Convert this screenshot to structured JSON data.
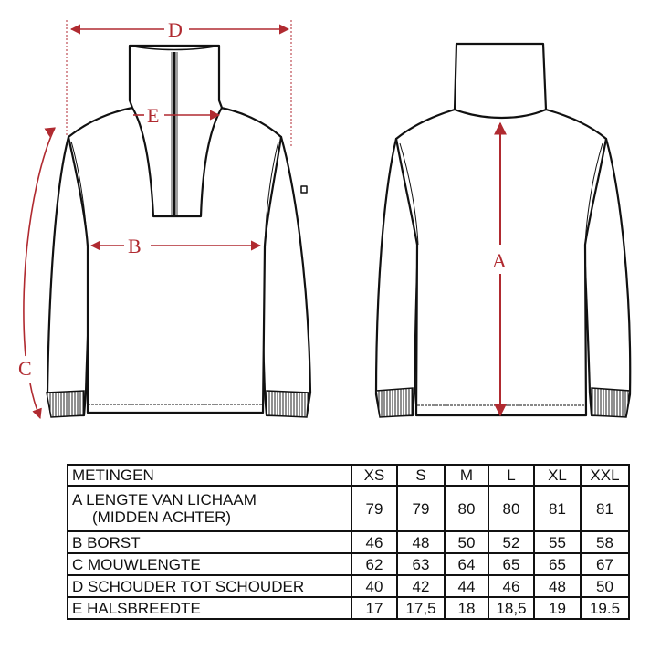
{
  "diagram": {
    "front_view_labels": {
      "D": "D",
      "E": "E",
      "B": "B",
      "C": "C"
    },
    "back_view_labels": {
      "A": "A"
    },
    "accent_color": "#b02a30",
    "line_color": "#111111"
  },
  "table": {
    "header": {
      "label": "METINGEN",
      "sizes": [
        "XS",
        "S",
        "M",
        "L",
        "XL",
        "XXL"
      ]
    },
    "rows": [
      {
        "letter": "A",
        "label": "LENGTE VAN LICHAAM",
        "sublabel": "(MIDDEN ACHTER)",
        "values": [
          "79",
          "79",
          "80",
          "80",
          "81",
          "81"
        ]
      },
      {
        "letter": "B",
        "label": "BORST",
        "values": [
          "46",
          "48",
          "50",
          "52",
          "55",
          "58"
        ]
      },
      {
        "letter": "C",
        "label": "MOUWLENGTE",
        "values": [
          "62",
          "63",
          "64",
          "65",
          "65",
          "67"
        ]
      },
      {
        "letter": "D",
        "label": "SCHOUDER TOT SCHOUDER",
        "values": [
          "40",
          "42",
          "44",
          "46",
          "48",
          "50"
        ]
      },
      {
        "letter": "E",
        "label": "HALSBREEDTE",
        "values": [
          "17",
          "17,5",
          "18",
          "18,5",
          "19",
          "19.5"
        ]
      }
    ]
  }
}
